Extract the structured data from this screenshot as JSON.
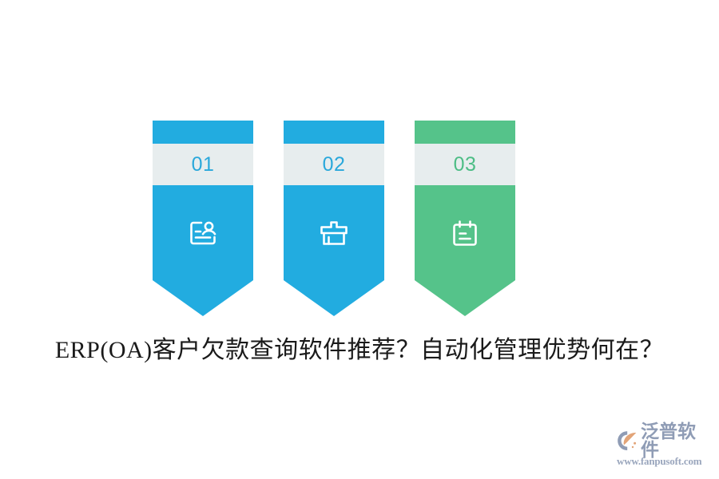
{
  "page": {
    "background_color": "#ffffff",
    "title_text": "ERP(OA)客户欠款查询软件推荐？自动化管理优势何在？",
    "title_color": "#1a1a1a"
  },
  "banners": [
    {
      "number": "01",
      "color": "#22ace0",
      "band_color": "#e7edee",
      "number_color": "#2aa8db",
      "icon": "id-card-contact-icon"
    },
    {
      "number": "02",
      "color": "#22ace0",
      "band_color": "#e7edee",
      "number_color": "#2aa8db",
      "icon": "storefront-shop-icon"
    },
    {
      "number": "03",
      "color": "#55c38a",
      "band_color": "#e7edee",
      "number_color": "#4cbd85",
      "icon": "memo-notepad-icon"
    }
  ],
  "logo": {
    "brand_name": "泛普软件",
    "url": "www.fanpusoft.com",
    "mark_icon": "fanpu-swoosh-logo-icon",
    "text_color": "#8f9cb5",
    "accent_color": "#e2a478"
  }
}
